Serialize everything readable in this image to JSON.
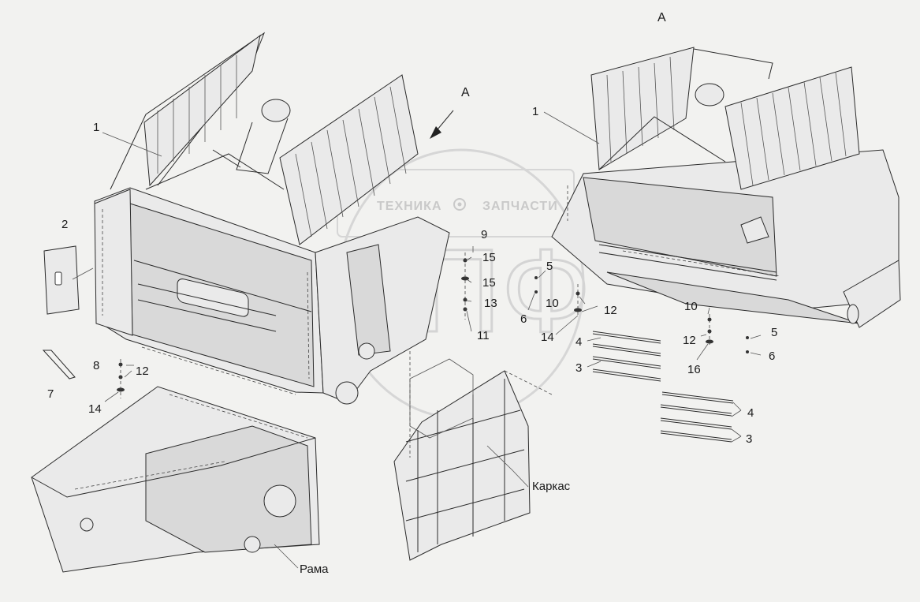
{
  "watermark": {
    "brand_left": "ТЕХНИКА",
    "brand_right": "ЗАПЧАСТИ",
    "logo_letters": "ЭПФ",
    "gear_icon": "gear-icon"
  },
  "view_labels": {
    "arrow_label": "А",
    "view_title": "А"
  },
  "callouts": {
    "left": {
      "c1": "1",
      "c2": "2",
      "c7": "7",
      "c8": "8",
      "c12": "12",
      "c14": "14",
      "c9": "9",
      "c15a": "15",
      "c15b": "15",
      "c13": "13",
      "c11": "11",
      "c5": "5",
      "c6": "6",
      "c10": "10",
      "c12b": "12",
      "c14b": "14",
      "c4": "4",
      "c3": "3"
    },
    "right": {
      "c1": "1",
      "c10": "10",
      "c12": "12",
      "c16": "16",
      "c5": "5",
      "c6": "6",
      "c4": "4",
      "c3": "3"
    }
  },
  "assemblies": {
    "frame": "Рама",
    "carcass": "Каркас"
  }
}
